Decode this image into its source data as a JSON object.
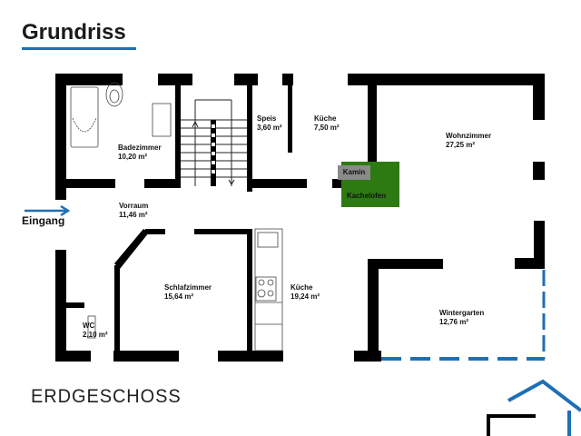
{
  "header": {
    "title": "Grundriss"
  },
  "entrance": {
    "label": "Eingang"
  },
  "floor_label": "ERDGESCHOSS",
  "colors": {
    "accent": "#1f6fb5",
    "wall": "#000000",
    "stove": "#2d7a12",
    "fireplace": "#8a8a8a"
  },
  "rooms": [
    {
      "name": "Badezimmer",
      "area": "10,20 m²"
    },
    {
      "name": "Speis",
      "area": "3,60 m²"
    },
    {
      "name": "Küche",
      "area": "7,50 m²"
    },
    {
      "name": "Wohnzimmer",
      "area": "27,25 m²"
    },
    {
      "name": "Vorraum",
      "area": "11,46  m²"
    },
    {
      "name": "Schlafzimmer",
      "area": "15,64 m²"
    },
    {
      "name": "Küche",
      "area": "19,24 m²"
    },
    {
      "name": "WC",
      "area": "2,10  m²"
    },
    {
      "name": "Wintergarten",
      "area": "12,76 m²"
    }
  ],
  "fixtures": {
    "fireplace": "Kamin",
    "tiled_stove": "Kachelofen"
  }
}
